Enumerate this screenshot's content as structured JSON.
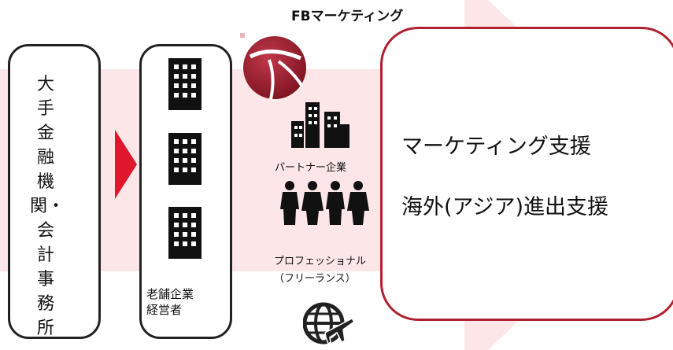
{
  "left_box": {
    "label": "大手金融機関・会計事務所"
  },
  "mid_box": {
    "label_line1": "老舗企業",
    "label_line2": "経営者"
  },
  "logo": {
    "title": "FBマーケティング"
  },
  "partner": {
    "label": "パートナー企業"
  },
  "professional": {
    "line1": "プロフェッショナル",
    "line2": "（フリーランス）"
  },
  "right_box": {
    "line1": "マーケティング支援",
    "line2": "海外(アジア)進出支援"
  },
  "colors": {
    "accent_red": "#e0182d",
    "logo_red": "#9b1b2a",
    "band_pink": "#fce6e8",
    "border_red": "#b0202e"
  }
}
